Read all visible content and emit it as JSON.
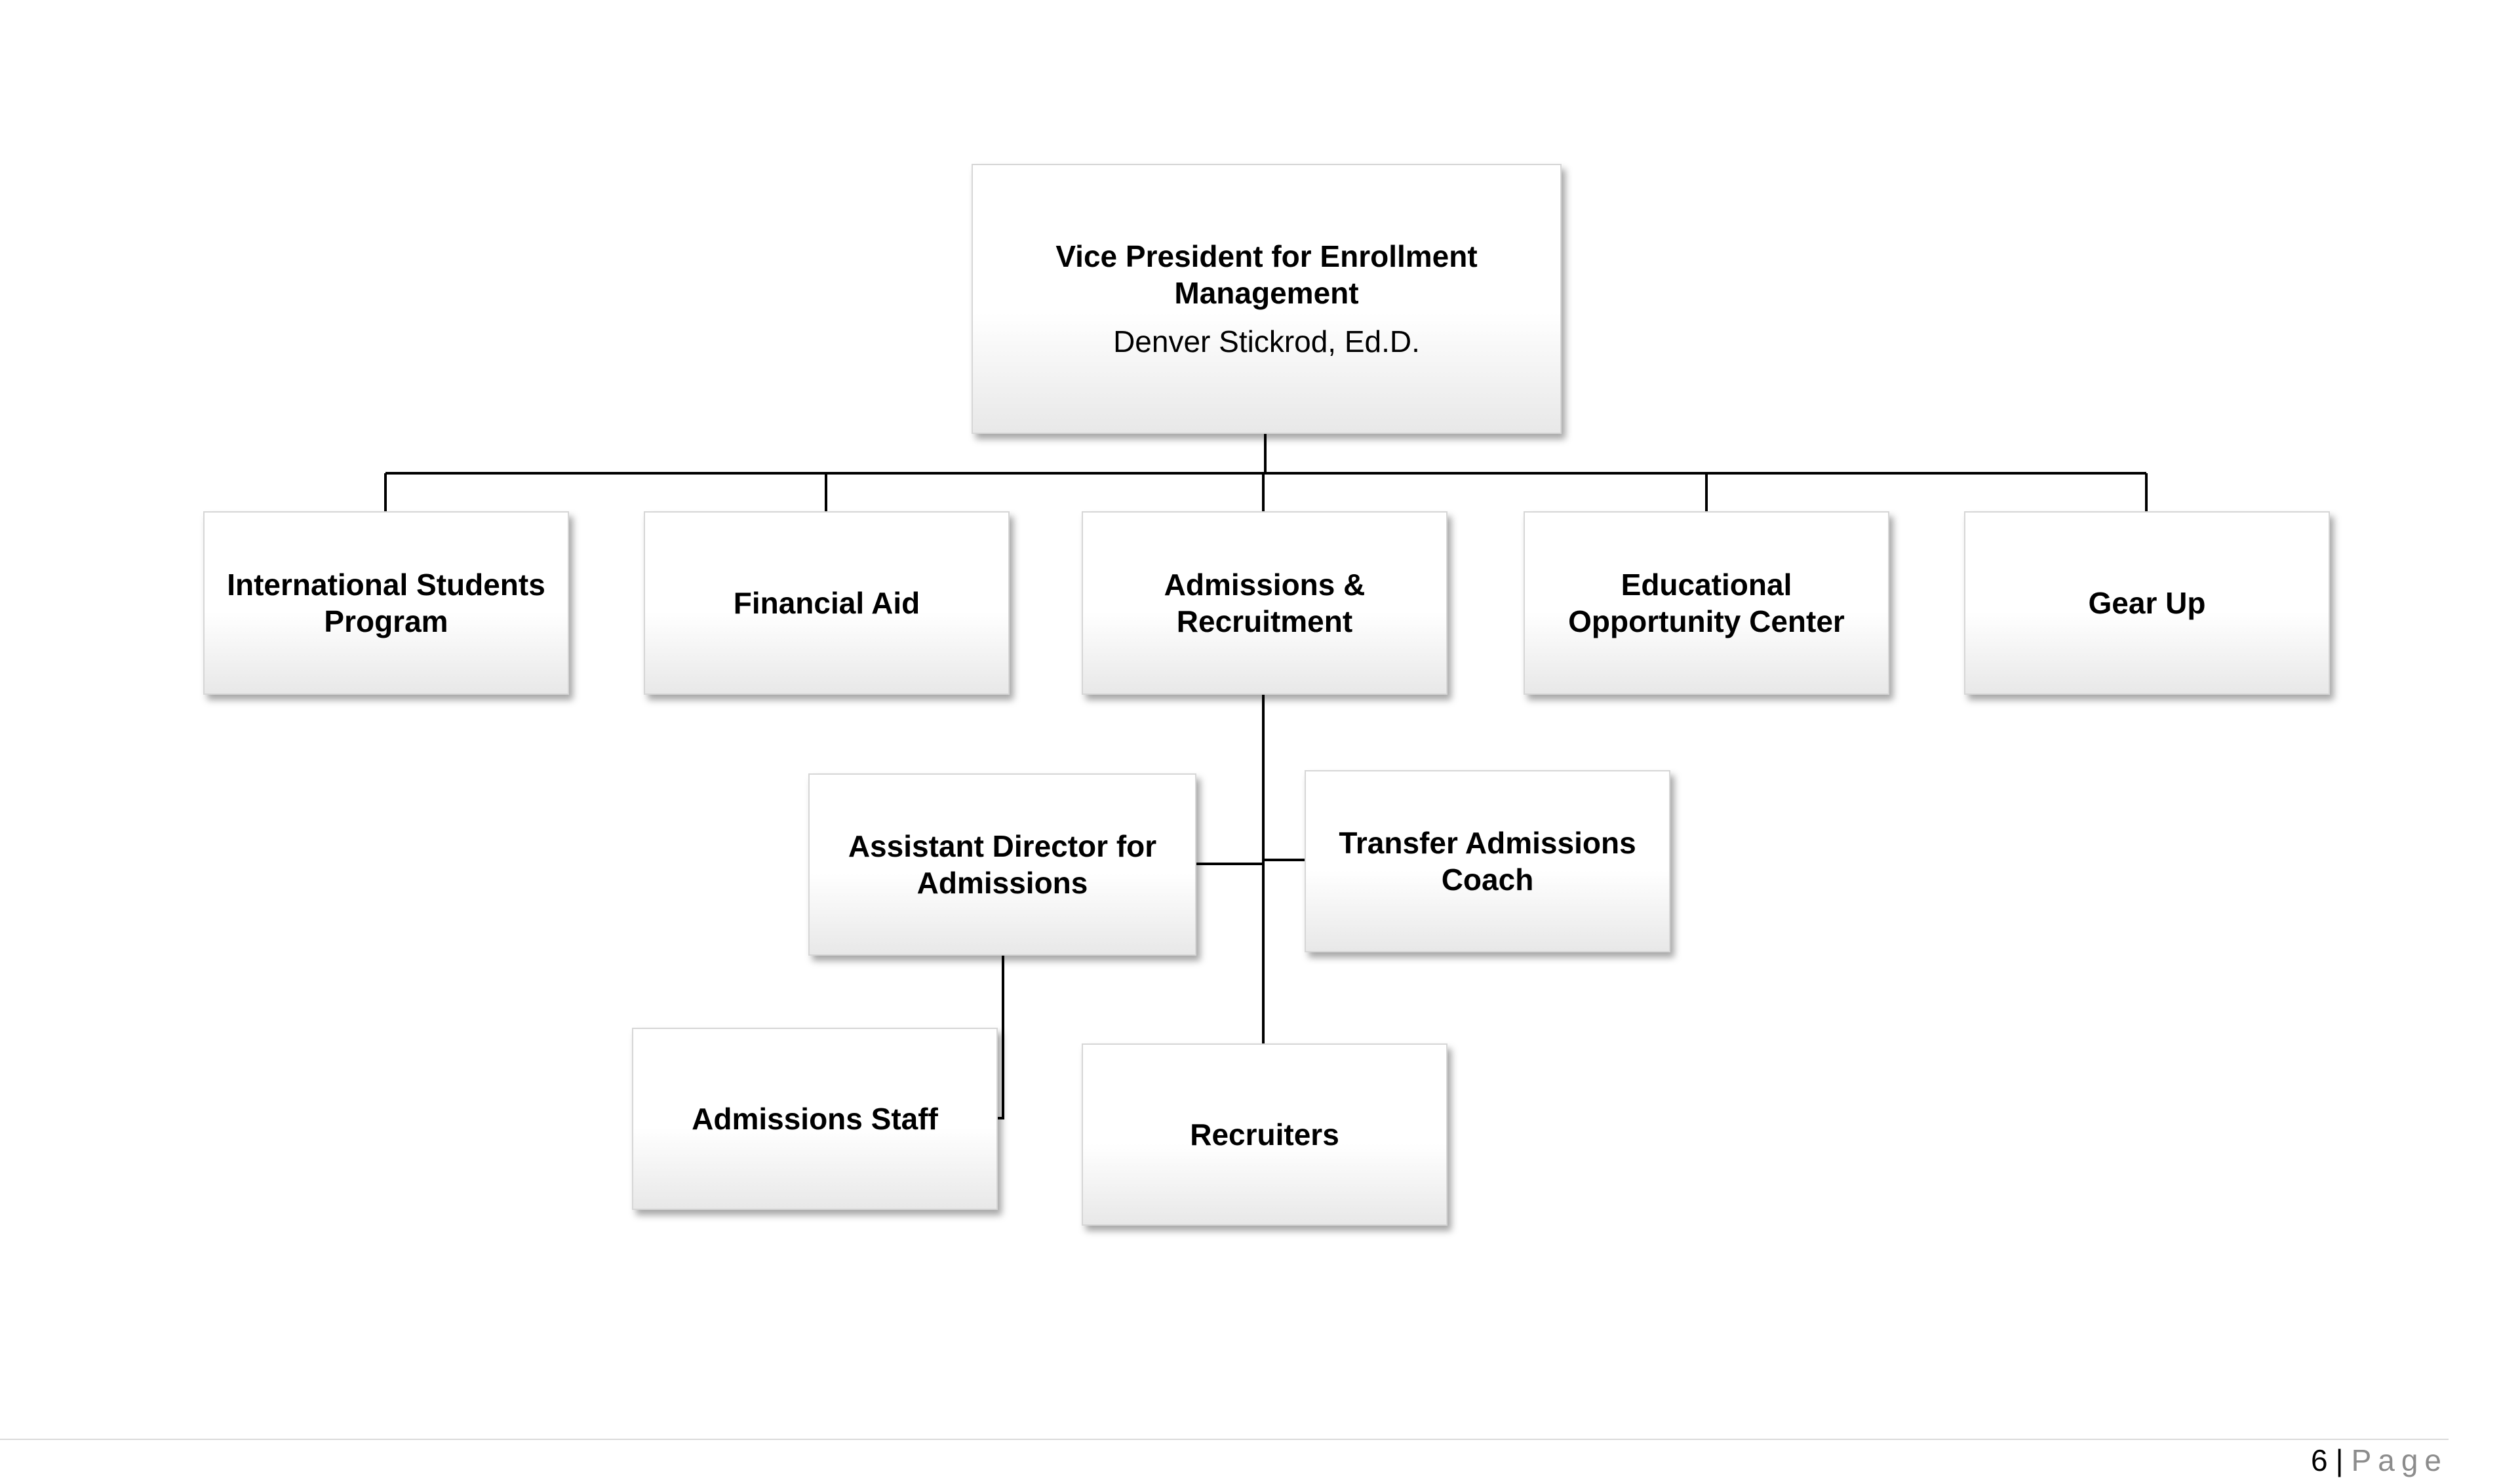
{
  "org_chart": {
    "top": {
      "title": "Vice President for Enrollment Management",
      "subtitle": "Denver Stickrod, Ed.D."
    },
    "departments": [
      {
        "title": "International Students Program"
      },
      {
        "title": "Financial Aid"
      },
      {
        "title": "Admissions & Recruitment"
      },
      {
        "title": "Educational Opportunity Center"
      },
      {
        "title": "Gear Up"
      }
    ],
    "admissions_units": [
      {
        "title": "Assistant Director for Admissions"
      },
      {
        "title": "Transfer Admissions Coach"
      },
      {
        "title": "Admissions Staff"
      },
      {
        "title": "Recruiters"
      }
    ]
  },
  "footer": {
    "page_number": "6",
    "separator": "|",
    "page_word": "Page"
  }
}
